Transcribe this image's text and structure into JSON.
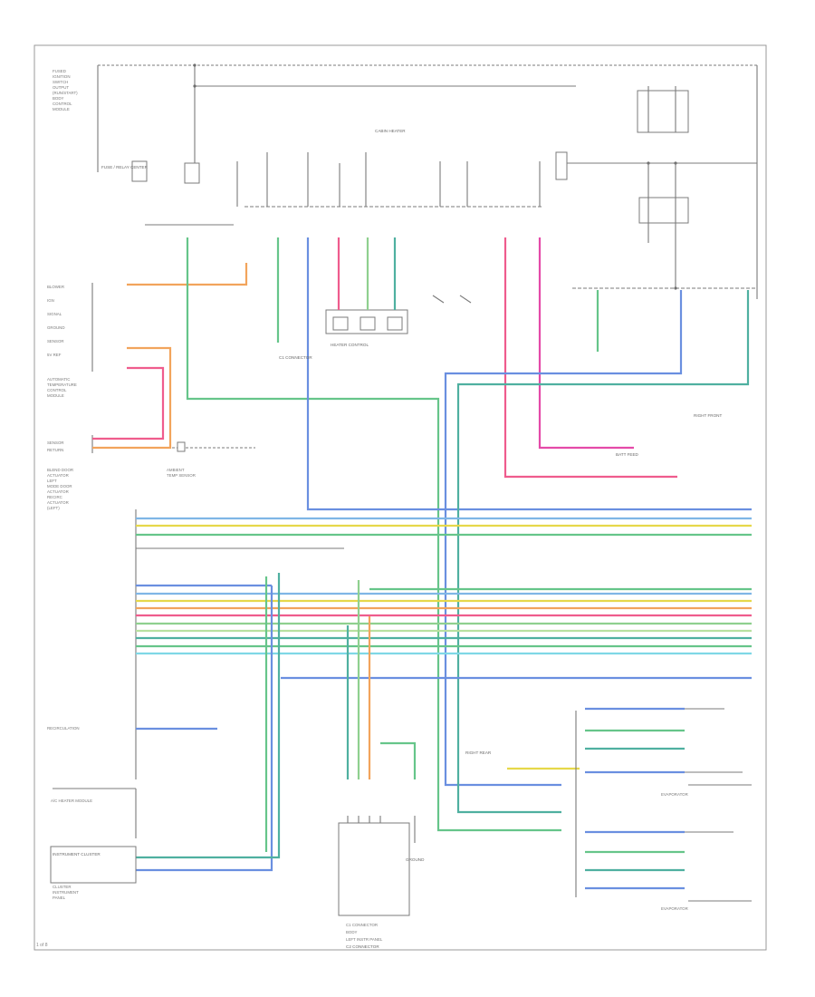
{
  "page": {
    "footer_label": "1 of 8"
  },
  "colors": {
    "orange": "#f2a45c",
    "pink": "#ef5c8d",
    "green": "#66c58a",
    "lightgreen": "#8fd08f",
    "blue": "#6a8fe0",
    "lightblue": "#7fb6e6",
    "teal": "#4fb0a0",
    "magenta": "#e44aa8",
    "yellow": "#e6d84a",
    "gray": "#7b7b7b"
  },
  "labels": {
    "top_left_box": "FUSE / RELAY CENTER",
    "center_title": "CABIN HEATER",
    "heater_control": "HEATER CONTROL",
    "connector_block": "C1 CONNECTOR",
    "left_sensor_box": "INSTRUMENT CLUSTER",
    "bottom_connector": "C2 CONNECTOR",
    "right_module_top": "RIGHT FRONT",
    "right_module_bottom": "RIGHT REAR",
    "ground_note": "GROUND",
    "right_upper_note": "BATT FEED"
  }
}
